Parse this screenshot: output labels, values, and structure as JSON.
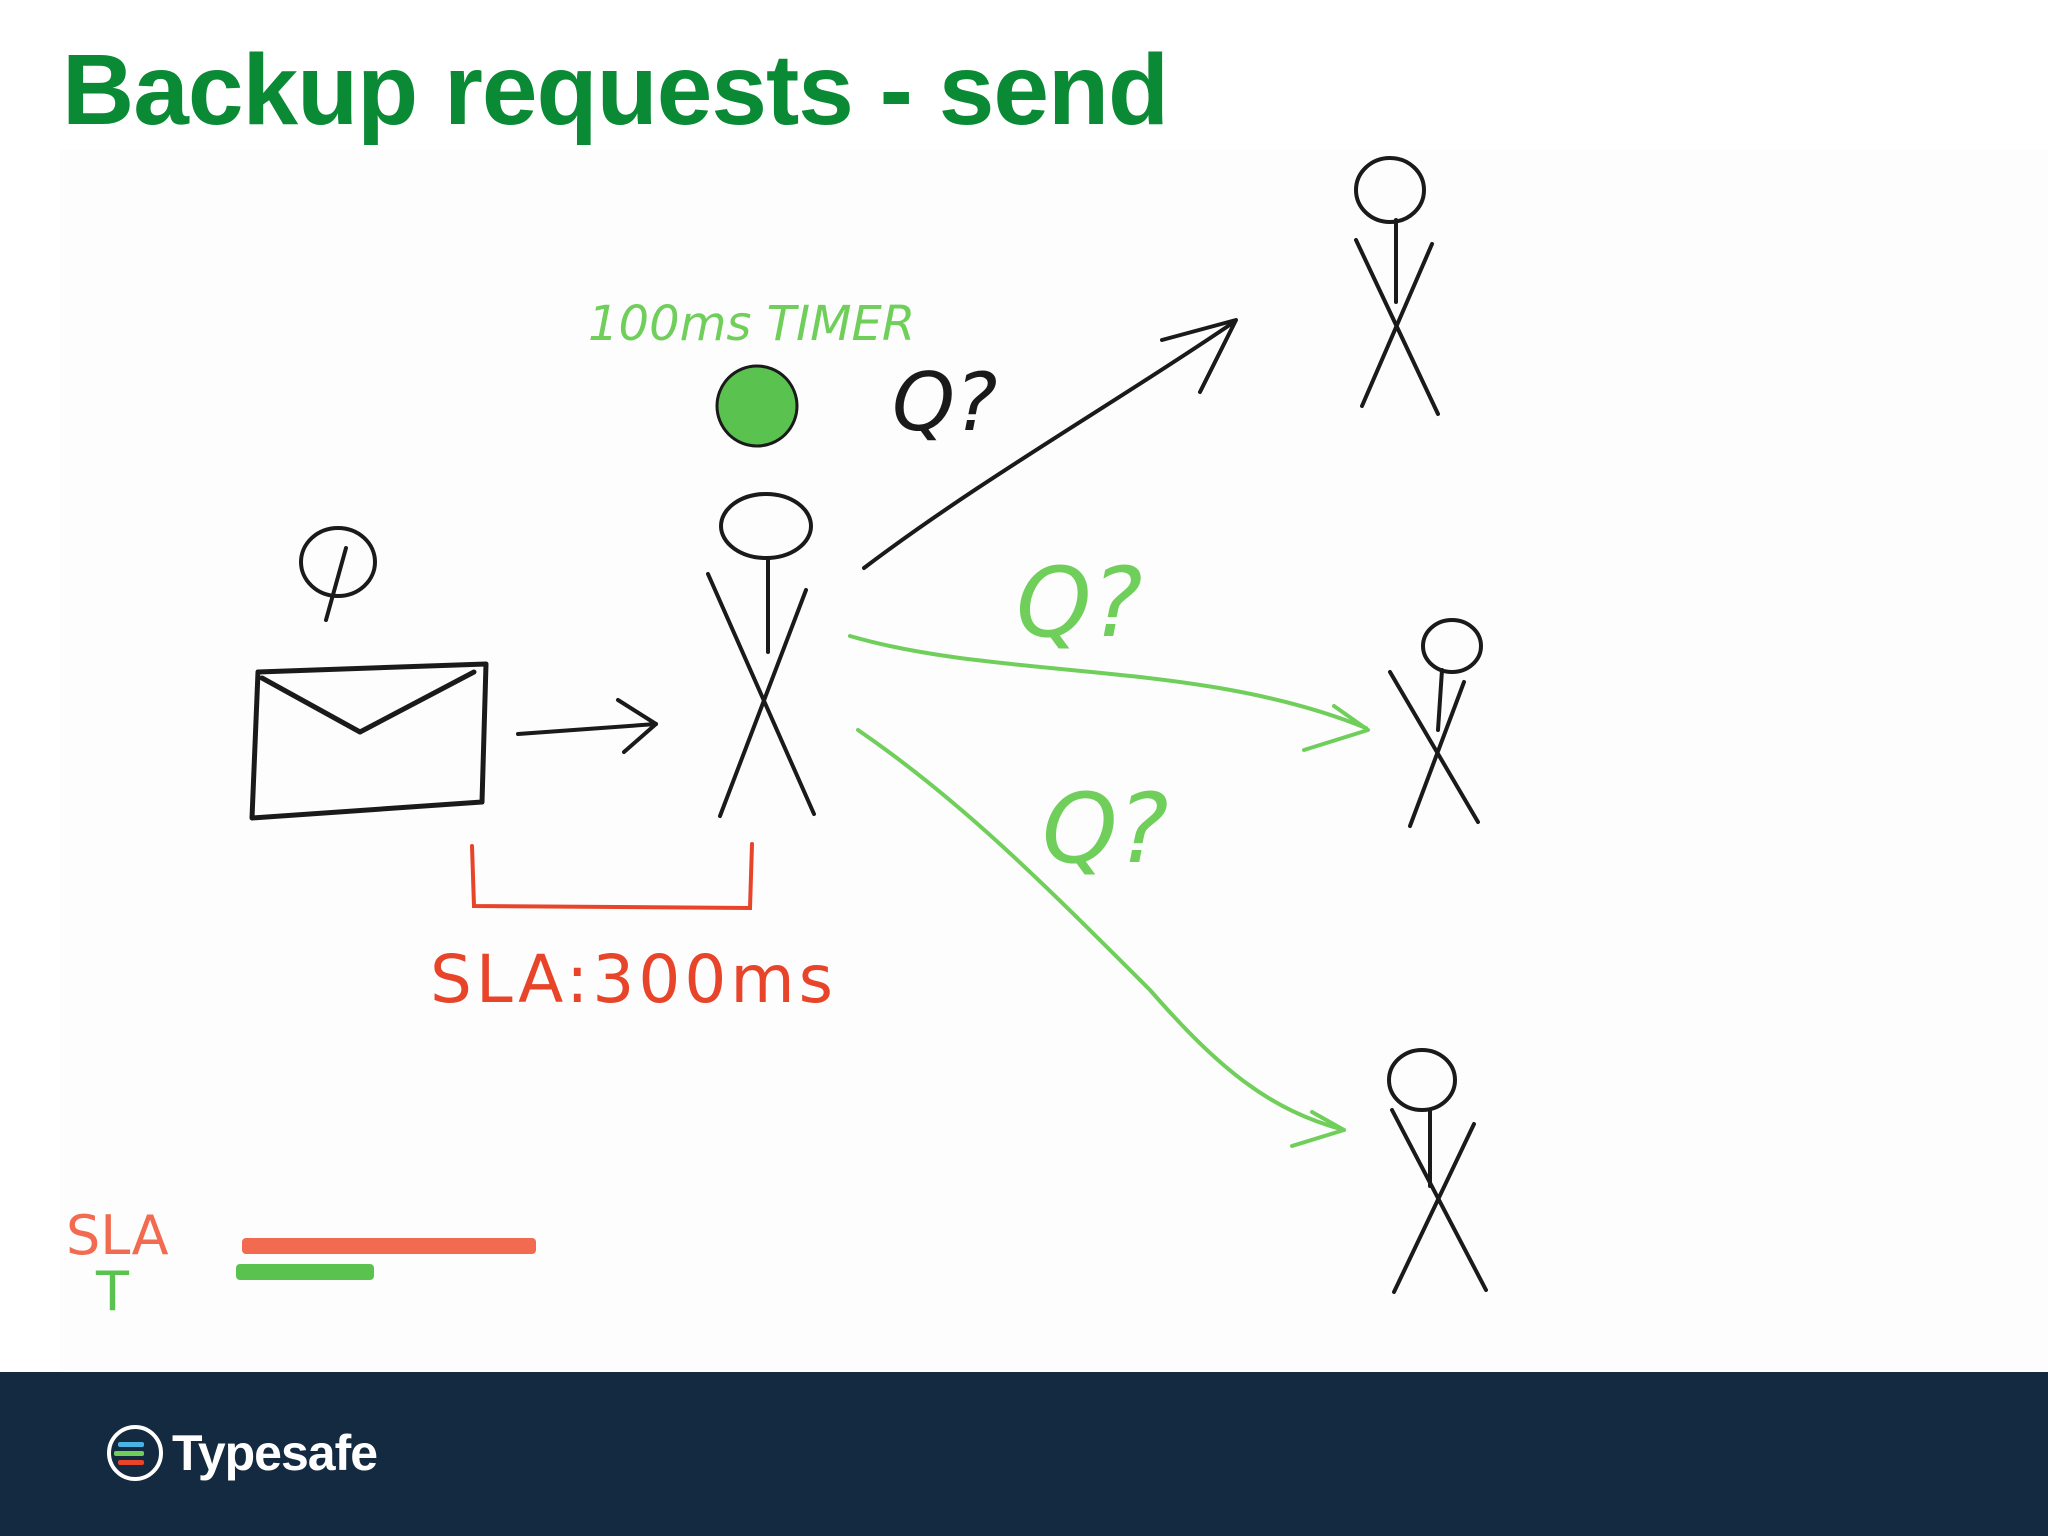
{
  "slide": {
    "title": "Backup requests - send"
  },
  "diagram": {
    "timer_label": "100ms TIMER",
    "timer_color": "#5ac24f",
    "query_label_top": "Q?",
    "query_label_mid": "Q?",
    "query_label_bottom": "Q?",
    "sla_bracket_label": "SLA:300ms",
    "legend_sla": "SLA",
    "legend_t": "T",
    "legend_sla_fill": 1.0,
    "legend_t_fill": 0.47,
    "colors": {
      "ink": "#1a1a1a",
      "green": "#6fcf5a",
      "red": "#e8442a",
      "legend_red": "#f26a50",
      "legend_green": "#5ac24f"
    },
    "icons": [
      "envelope-icon",
      "stick-figure-icon",
      "magnifier-icon"
    ]
  },
  "footer": {
    "brand_name": "Typesafe",
    "logo_icon": "typesafe-logo-icon"
  }
}
